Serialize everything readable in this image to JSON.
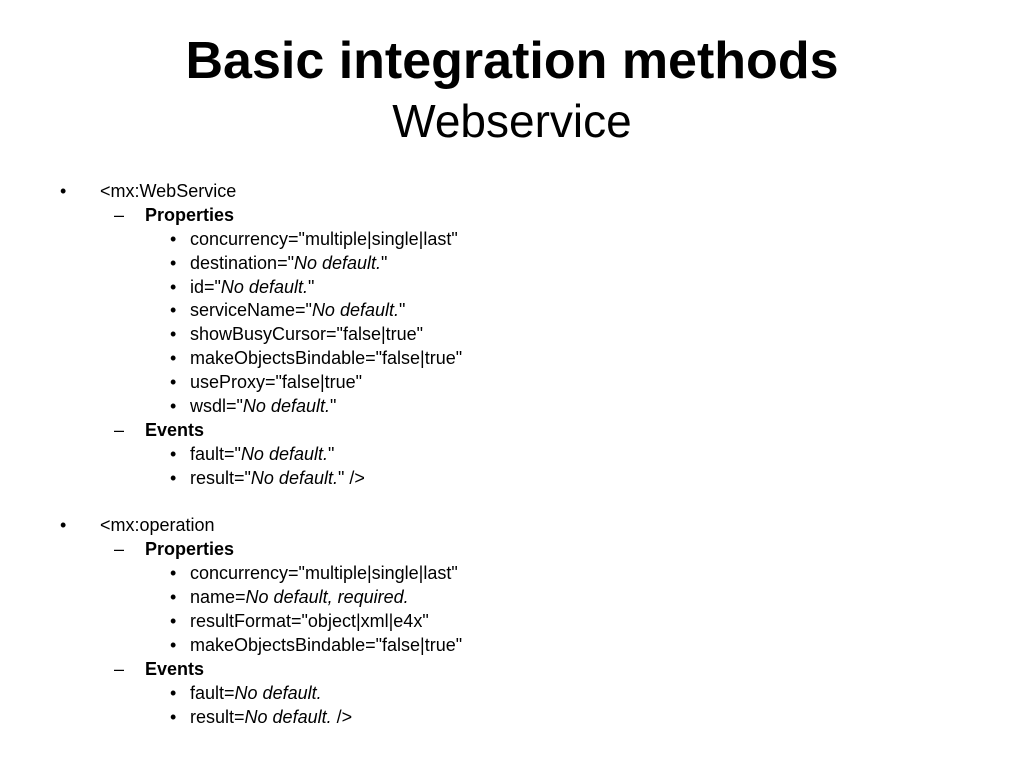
{
  "title": {
    "main": "Basic integration methods",
    "sub": "Webservice"
  },
  "bullets": {
    "level1": "•",
    "level2": "–",
    "level3": "•"
  },
  "webservice": {
    "tag": "<mx:WebService",
    "properties_heading": "Properties",
    "properties": [
      {
        "pre": "concurrency=\"multiple|single|last\"",
        "em": "",
        "post": ""
      },
      {
        "pre": "destination=\"",
        "em": "No default.",
        "post": "\""
      },
      {
        "pre": "id=\"",
        "em": "No default.",
        "post": "\""
      },
      {
        "pre": "serviceName=\"",
        "em": "No default.",
        "post": "\""
      },
      {
        "pre": "showBusyCursor=\"false|true\"",
        "em": "",
        "post": ""
      },
      {
        "pre": "makeObjectsBindable=\"false|true\"",
        "em": "",
        "post": ""
      },
      {
        "pre": "useProxy=\"false|true\"",
        "em": "",
        "post": ""
      },
      {
        "pre": "wsdl=\"",
        "em": "No default.",
        "post": "\""
      }
    ],
    "events_heading": "Events",
    "events": [
      {
        "pre": "fault=\"",
        "em": "No default.",
        "post": "\""
      },
      {
        "pre": "result=\"",
        "em": "No default.",
        "post": "\" />"
      }
    ]
  },
  "operation": {
    "tag": "<mx:operation",
    "properties_heading": "Properties",
    "properties": [
      {
        "pre": "concurrency=\"multiple|single|last\"",
        "em": "",
        "post": ""
      },
      {
        "pre": "name=",
        "em": "No default, required.",
        "post": ""
      },
      {
        "pre": "resultFormat=\"object|xml|e4x\"",
        "em": "",
        "post": ""
      },
      {
        "pre": "makeObjectsBindable=\"false|true\"",
        "em": "",
        "post": ""
      }
    ],
    "events_heading": "Events",
    "events": [
      {
        "pre": "fault=",
        "em": "No default.",
        "post": ""
      },
      {
        "pre": "result=",
        "em": "No default.",
        "post": " />"
      }
    ]
  }
}
